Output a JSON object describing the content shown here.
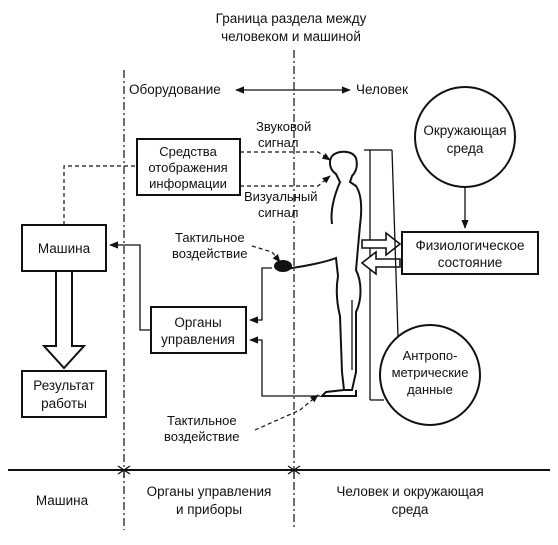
{
  "diagram": {
    "title_line1": "Граница раздела между",
    "title_line2": "человеком и машиной",
    "top_left_label": "Оборудование",
    "top_right_label": "Человек",
    "sound_signal_line1": "Звуковой",
    "sound_signal_line2": "сигнал",
    "visual_signal_line1": "Визуальный",
    "visual_signal_line2": "сигнал",
    "tactile_top_line1": "Тактильное",
    "tactile_top_line2": "воздействие",
    "tactile_bottom_line1": "Тактильное",
    "tactile_bottom_line2": "воздействие",
    "display_box_line1": "Средства",
    "display_box_line2": "отображения",
    "display_box_line3": "информации",
    "machine_box": "Машина",
    "result_box_line1": "Результат",
    "result_box_line2": "работы",
    "controls_box_line1": "Органы",
    "controls_box_line2": "управления",
    "environment_line1": "Окружающая",
    "environment_line2": "среда",
    "physio_line1": "Физиологическое",
    "physio_line2": "состояние",
    "anthro_line1": "Антропо-",
    "anthro_line2": "метрические",
    "anthro_line3": "данные",
    "footer_machine": "Машина",
    "footer_controls_line1": "Органы управления",
    "footer_controls_line2": "и приборы",
    "footer_human_line1": "Человек и окружающая",
    "footer_human_line2": "среда"
  }
}
